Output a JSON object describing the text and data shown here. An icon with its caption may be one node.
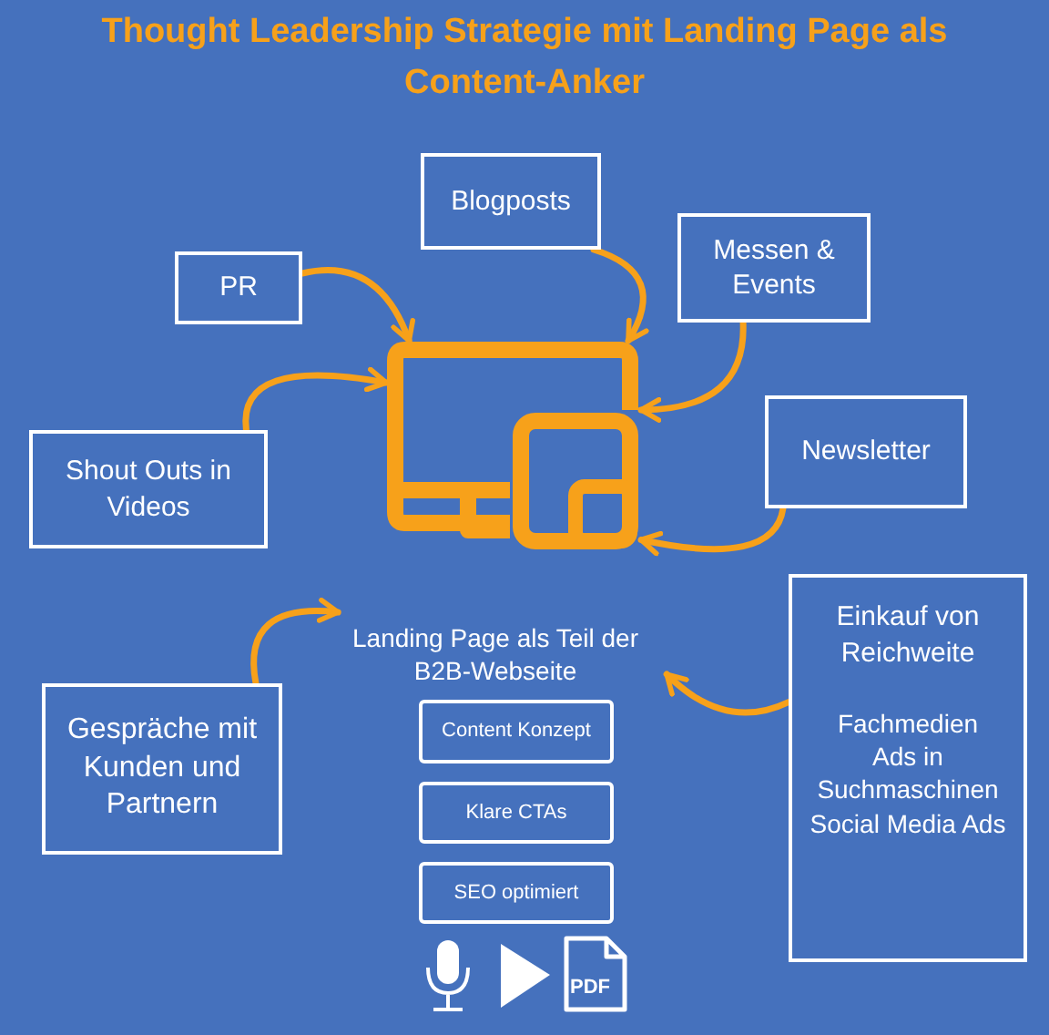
{
  "diagram": {
    "title": "Thought Leadership Strategie mit Landing Page als Content-Anker",
    "nodes": [
      {
        "text": [
          "Blogposts"
        ]
      },
      {
        "text": [
          "PR"
        ]
      },
      {
        "text": [
          "Messen & Events"
        ]
      },
      {
        "text": [
          "Shout Outs in Videos"
        ]
      },
      {
        "text": [
          "Newsletter"
        ]
      },
      {
        "text": [
          "Einkauf von Reichweite",
          "Fachmedien",
          "Ads in Suchmaschinen",
          "Social Media Ads"
        ]
      },
      {
        "text": [
          "Gespräche mit Kunden und Partnern"
        ]
      },
      {
        "text": [
          "Landing Page als Teil der B2B-Webseite"
        ]
      },
      {
        "text": [],
        "shape": "picture"
      },
      {
        "text": [
          "Content Konzept"
        ]
      },
      {
        "text": [
          "Klare CTAs"
        ]
      },
      {
        "text": [
          "SEO optimiert"
        ]
      }
    ],
    "edges": [
      {
        "from": 0,
        "to": 8,
        "arrow": "to"
      },
      {
        "from": 1,
        "to": 8,
        "arrow": "to"
      },
      {
        "from": 2,
        "to": 8,
        "arrow": "to"
      },
      {
        "from": 3,
        "to": 8,
        "arrow": "to"
      },
      {
        "from": 4,
        "to": 8,
        "arrow": "to"
      },
      {
        "from": 6,
        "to": 7,
        "arrow": "to"
      },
      {
        "from": 5,
        "to": 7,
        "arrow": "to"
      }
    ],
    "labels": [
      "PDF"
    ]
  }
}
